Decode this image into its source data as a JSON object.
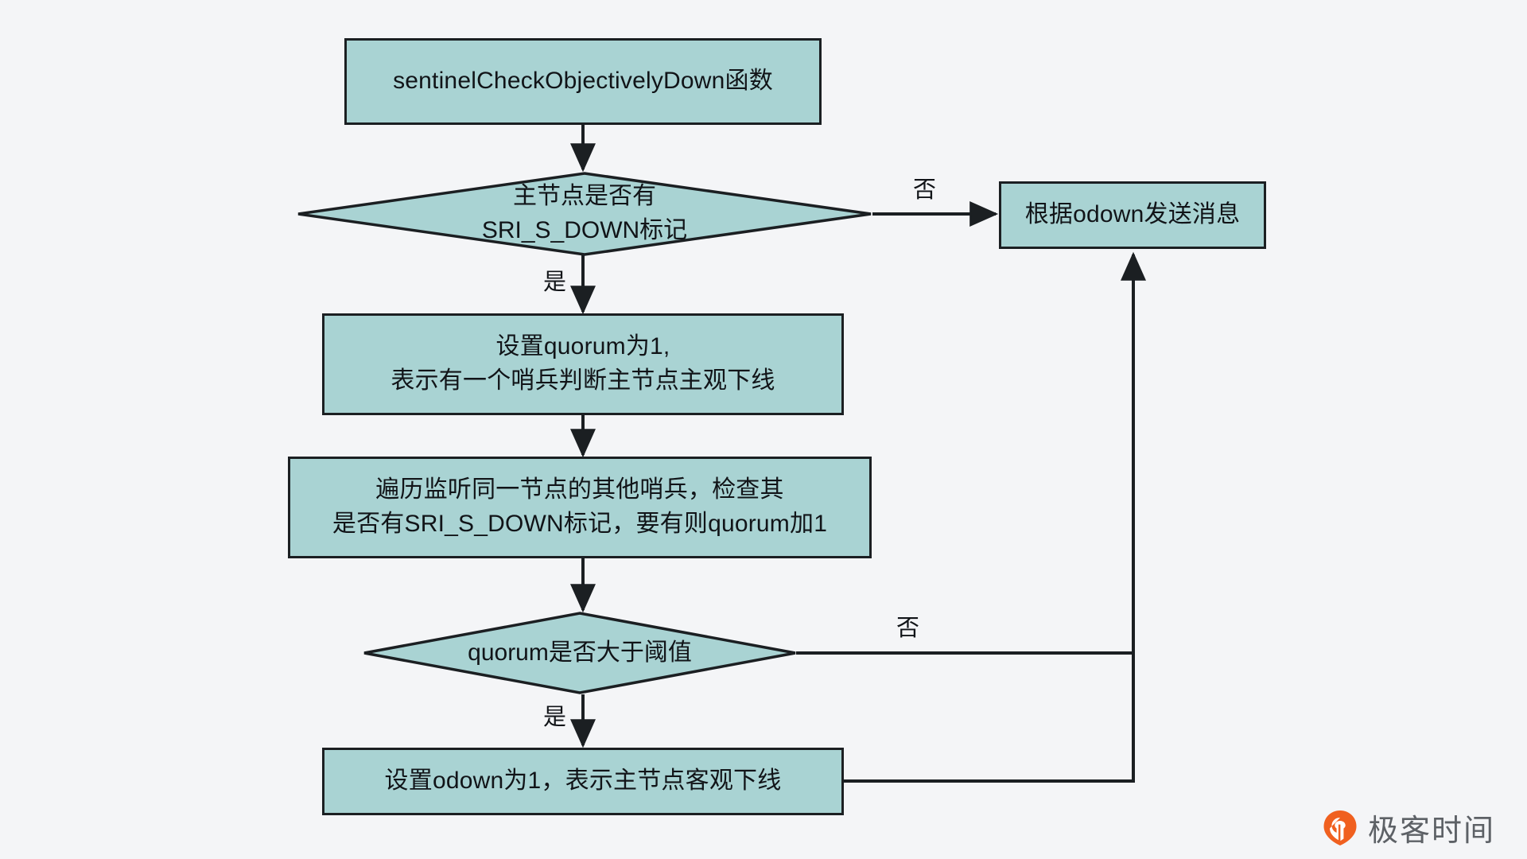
{
  "page": {
    "title": "sentinelCheckObjectivelyDown 流程图",
    "background_color": "#f4f5f7",
    "node_fill_color": "#a9d3d3",
    "node_stroke_color": "#1b1f22",
    "text_color": "#111418"
  },
  "nodes": {
    "start": {
      "id": "sentinel-check-objectively-down",
      "shape": "rect",
      "text": "sentinelCheckObjectivelyDown函数"
    },
    "decision_sdown": {
      "id": "master-has-sri-s-down",
      "shape": "diamond",
      "text": "主节点是否有\nSRI_S_DOWN标记"
    },
    "send_message": {
      "id": "send-message-by-odown",
      "shape": "rect",
      "text": "根据odown发送消息"
    },
    "set_quorum": {
      "id": "set-quorum-to-1",
      "shape": "rect",
      "text": "设置quorum为1,\n表示有一个哨兵判断主节点主观下线"
    },
    "iterate_sentinels": {
      "id": "iterate-other-sentinels",
      "shape": "rect",
      "text": "遍历监听同一节点的其他哨兵，检查其\n是否有SRI_S_DOWN标记，要有则quorum加1"
    },
    "decision_quorum": {
      "id": "quorum-greater-than-threshold",
      "shape": "diamond",
      "text": "quorum是否大于阈值"
    },
    "set_odown": {
      "id": "set-odown-to-1",
      "shape": "rect",
      "text": "设置odown为1，表示主节点客观下线"
    }
  },
  "edge_labels": {
    "sdown_no": "否",
    "sdown_yes": "是",
    "quorum_no": "否",
    "quorum_yes": "是"
  },
  "watermark": {
    "brand": "极客时间",
    "icon": "geektime-logo-icon",
    "icon_color": "#f0601f",
    "text_color": "#5d6166"
  }
}
